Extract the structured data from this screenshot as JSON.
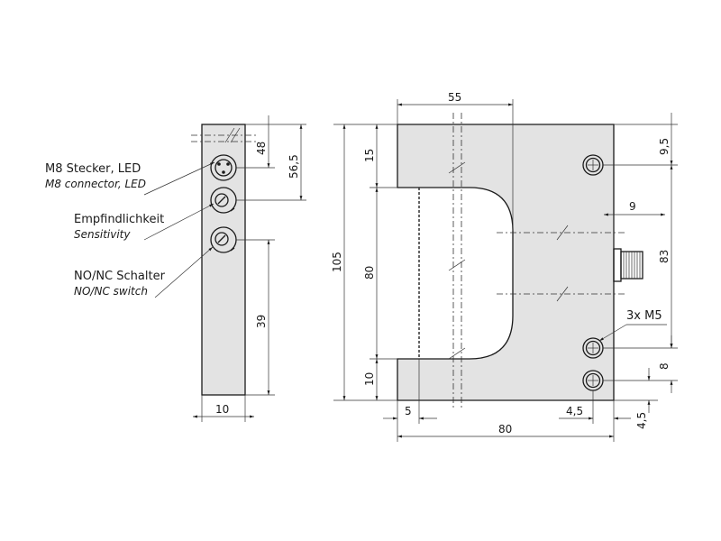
{
  "labels": {
    "m8_de": "M8 Stecker,  LED",
    "m8_en": "M8 connector,  LED",
    "sens_de": "Empfindlichkeit",
    "sens_en": "Sensitivity",
    "nonc_de": "NO/NC Schalter",
    "nonc_en": "NO/NC switch",
    "m5_holes": "3x M5"
  },
  "dimensions": {
    "side_width": "10",
    "side_48": "48",
    "side_56_5": "56,5",
    "side_39": "39",
    "front_55": "55",
    "front_9_5": "9,5",
    "front_9": "9",
    "front_83": "83",
    "front_105": "105",
    "front_15": "15",
    "front_80_height": "80",
    "front_10": "10",
    "front_8": "8",
    "front_5": "5",
    "front_4_5_horizontal": "4,5",
    "front_4_5_vertical": "4,5",
    "front_80_width": "80"
  }
}
